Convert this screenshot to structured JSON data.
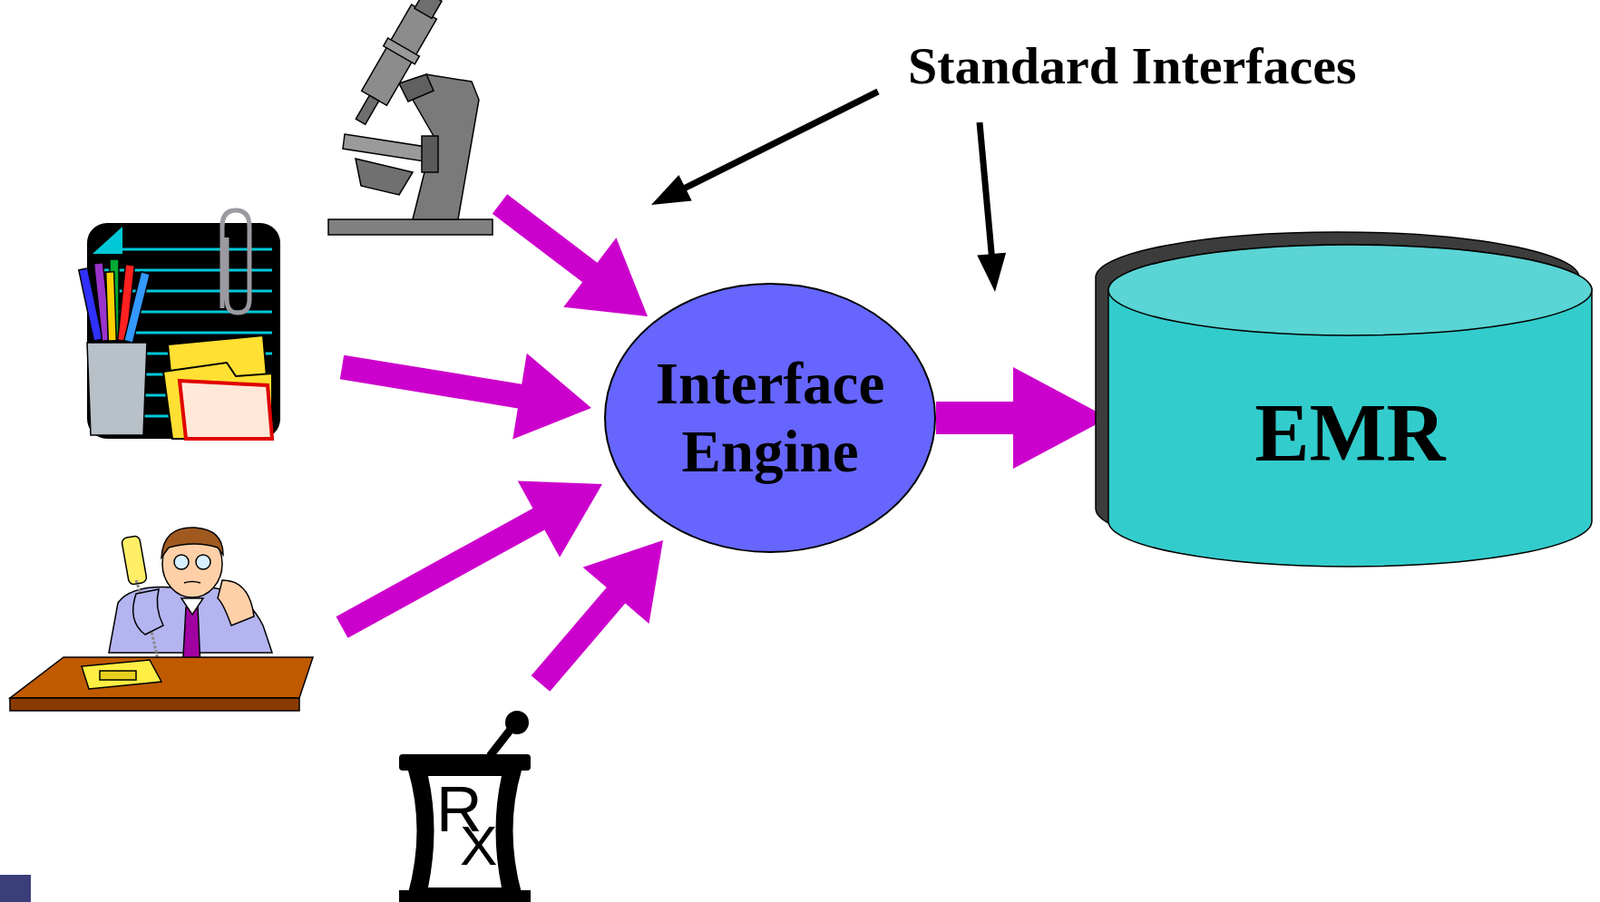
{
  "diagram": {
    "nodes": [
      {
        "text": [
          "Interface Engine"
        ]
      },
      {
        "text": [
          "EMR"
        ]
      }
    ],
    "edges": [
      {
        "from": 0,
        "to": 1,
        "arrow": "to"
      }
    ],
    "labels": [
      "Standard Interfaces",
      "R",
      "X"
    ]
  }
}
